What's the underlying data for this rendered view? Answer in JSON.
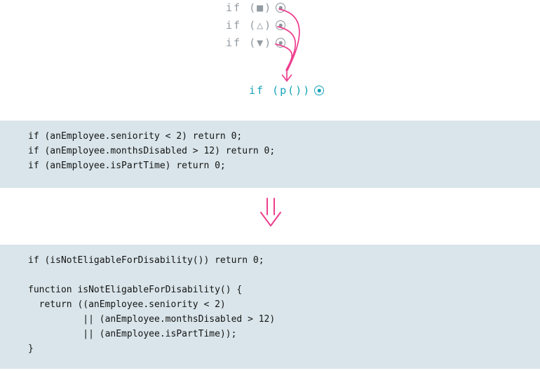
{
  "sketch": {
    "cases": [
      {
        "label": "if (■)",
        "icon": "circle-dot"
      },
      {
        "label": "if (△)",
        "icon": "circle-dot"
      },
      {
        "label": "if (▼)",
        "icon": "circle-dot"
      }
    ],
    "result": {
      "label": "if (p())",
      "icon": "circle-dot"
    }
  },
  "code_before": {
    "lines": [
      "if (anEmployee.seniority < 2) return 0;",
      "if (anEmployee.monthsDisabled > 12) return 0;",
      "if (anEmployee.isPartTime) return 0;"
    ]
  },
  "code_after": {
    "lines": [
      "if (isNotEligableForDisability()) return 0;",
      "",
      "function isNotEligableForDisability() {",
      "  return ((anEmployee.seniority < 2)",
      "          || (anEmployee.monthsDisabled > 12)",
      "          || (anEmployee.isPartTime));",
      "}"
    ]
  },
  "colors": {
    "accent_pink": "#ee3e8e",
    "accent_teal": "#14a3b8",
    "sketch_gray": "#939ba2",
    "code_block_bg": "#d9e5ea"
  }
}
